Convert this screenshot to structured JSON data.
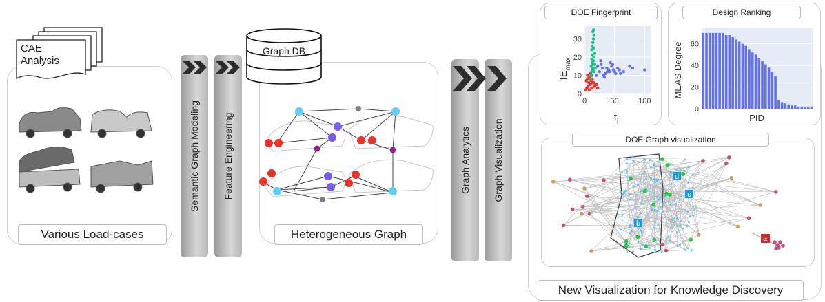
{
  "cae_label": "CAE Analysis",
  "left_panel_caption": "Various Load-cases",
  "pipeline_bars": [
    "Semantic Graph Modeling",
    "Feature Engineering",
    "Graph Analytics",
    "Graph Visualization"
  ],
  "graph_db_label": "Graph DB",
  "middle_panel_caption": "Heterogeneous Graph",
  "right_panel_caption": "New Visualization for Knowledge Discovery",
  "doe_fingerprint": {
    "title": "DOE Fingerprint",
    "ylabel": "IE",
    "ylabel_sub": "max",
    "xlabel": "t",
    "xlabel_sub": "i",
    "y_ticks": [
      "0",
      "10",
      "20",
      "30"
    ],
    "x_ticks": [
      "0",
      "50",
      "100"
    ]
  },
  "design_ranking": {
    "title": "Design Ranking",
    "ylabel": "MEAS Degree",
    "xlabel": "PID",
    "y_ticks": [
      "0",
      "20",
      "40",
      "60"
    ]
  },
  "doe_graph": {
    "title": "DOE Graph visualization",
    "cluster_labels": [
      "a",
      "b",
      "c",
      "d"
    ]
  },
  "colors": {
    "node_red": "#e8322a",
    "node_purple": "#7b5cf0",
    "node_blue": "#5fd0f5",
    "node_magenta": "#9b1c8c",
    "node_grey": "#808080",
    "scatter_green": "#1fbf8a",
    "bar_blue": "#6370f0",
    "cluster_blue": "#1a9ad6",
    "cluster_red": "#d32828"
  },
  "chart_data": [
    {
      "type": "scatter",
      "title": "DOE Fingerprint",
      "xlabel": "t_i",
      "ylabel": "IE_max",
      "xlim": [
        0,
        110
      ],
      "ylim": [
        0,
        37
      ],
      "series": [
        {
          "color": "#e8322a",
          "x": [
            2,
            4,
            6,
            8,
            10,
            12,
            14,
            16,
            18,
            3,
            5,
            7,
            9,
            11,
            13,
            15,
            17,
            20,
            22,
            5,
            8,
            10,
            12
          ],
          "y": [
            2,
            3,
            4,
            2,
            5,
            3,
            6,
            4,
            5,
            7,
            8,
            6,
            9,
            7,
            8,
            6,
            4,
            5,
            3,
            10,
            9,
            11,
            10
          ]
        },
        {
          "color": "#1fbf8a",
          "x": [
            10,
            11,
            12,
            13,
            14,
            15,
            16,
            17,
            12,
            13,
            14,
            15,
            16,
            14,
            15,
            13,
            12,
            11,
            16,
            17,
            18,
            15,
            14,
            13
          ],
          "y": [
            8,
            10,
            12,
            14,
            16,
            18,
            20,
            22,
            24,
            26,
            28,
            30,
            32,
            34,
            35,
            21,
            19,
            15,
            12,
            16,
            14,
            25,
            13,
            17
          ]
        },
        {
          "color": "#6370f0",
          "x": [
            20,
            25,
            30,
            35,
            40,
            45,
            50,
            55,
            60,
            28,
            33,
            38,
            43,
            48,
            22,
            27,
            32,
            37,
            42,
            47,
            52,
            58,
            65,
            100,
            80,
            75
          ],
          "y": [
            10,
            12,
            14,
            11,
            13,
            15,
            12,
            14,
            11,
            16,
            9,
            12,
            17,
            13,
            15,
            18,
            10,
            14,
            12,
            16,
            11,
            13,
            12,
            13,
            14,
            15
          ]
        }
      ]
    },
    {
      "type": "bar",
      "title": "Design Ranking",
      "xlabel": "PID",
      "ylabel": "MEAS Degree",
      "ylim": [
        0,
        75
      ],
      "values": [
        70,
        70,
        70,
        70,
        70,
        70,
        70,
        68,
        68,
        66,
        64,
        62,
        60,
        58,
        55,
        52,
        50,
        47,
        44,
        41,
        38,
        34,
        30,
        8,
        6,
        5,
        4,
        3,
        3,
        2,
        2,
        2,
        2,
        2
      ]
    }
  ]
}
